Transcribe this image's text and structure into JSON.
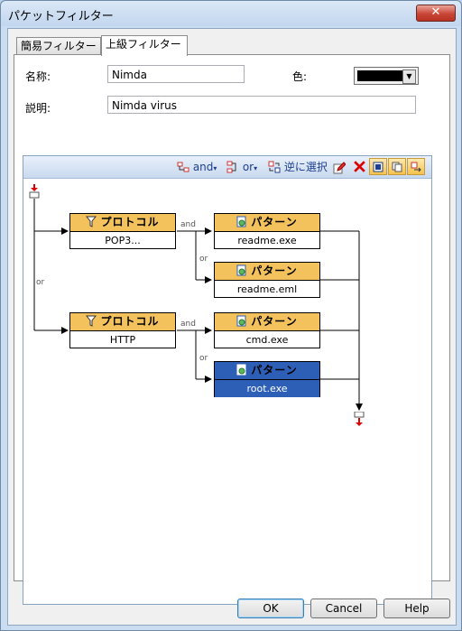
{
  "window": {
    "title": "パケットフィルター",
    "close_label": "✕"
  },
  "tabs": [
    {
      "label": "簡易フィルター",
      "active": false
    },
    {
      "label": "上級フィルター",
      "active": true
    }
  ],
  "form": {
    "name_label": "名称:",
    "name_value": "Nimda",
    "color_label": "色:",
    "color_value": "#000000",
    "desc_label": "説明:",
    "desc_value": "Nimda virus"
  },
  "toolbar": {
    "and_label": "and",
    "or_label": "or",
    "invert_label": "逆に選択"
  },
  "diagram": {
    "protocol_head": "プロトコル",
    "pattern_head": "パターン",
    "nodes": {
      "protocol1": "POP3...",
      "pattern1": "readme.exe",
      "pattern2": "readme.eml",
      "protocol2": "HTTP",
      "pattern3": "cmd.exe",
      "pattern4": "root.exe"
    },
    "edge_labels": {
      "and": "and",
      "or": "or"
    }
  },
  "buttons": {
    "ok": "OK",
    "cancel": "Cancel",
    "help": "Help"
  },
  "colors": {
    "accent": "#f3c25c",
    "selected": "#2d5fb7",
    "close": "#c94636"
  }
}
